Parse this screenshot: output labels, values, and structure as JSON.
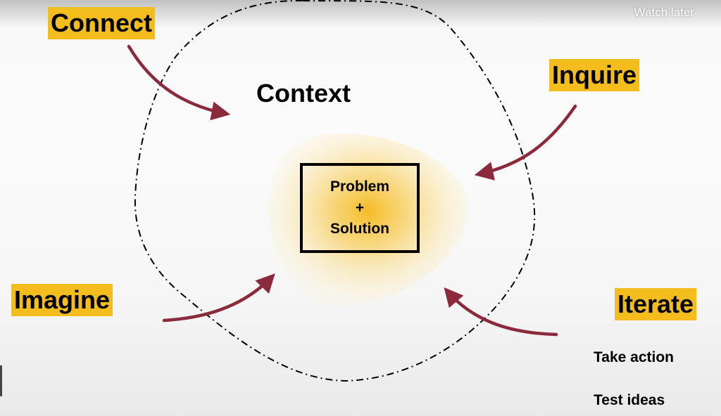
{
  "overlay": {
    "watch_later": "Watch later"
  },
  "diagram": {
    "context_label": "Context",
    "core": {
      "line1": "Problem",
      "line2": "+",
      "line3": "Solution"
    },
    "actions": {
      "connect": "Connect",
      "inquire": "Inquire",
      "imagine": "Imagine",
      "iterate": "Iterate"
    },
    "iterate_items": [
      "Take action",
      "Test ideas"
    ]
  },
  "colors": {
    "label_background": "#f2bd1d",
    "arrow": "#8b2a3c",
    "glow": "#f5b81a",
    "boundary": "#000000"
  }
}
